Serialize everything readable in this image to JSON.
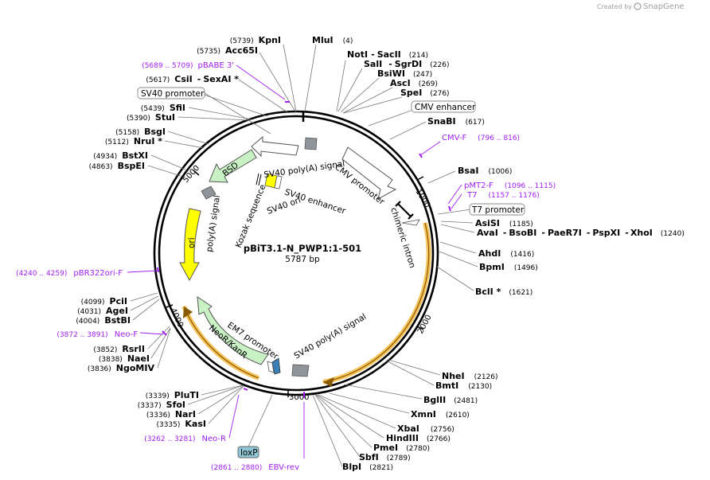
{
  "credit": {
    "prefix": "Created by",
    "brand": "SnapGene"
  },
  "plasmid": {
    "name": "pBiT3.1-N_PWP1:1-501",
    "length_label": "5787 bp"
  },
  "ticks": [
    "1000",
    "2000",
    "3000",
    "4000",
    "5000"
  ],
  "sites": [
    {
      "name": "MluI",
      "pos": "(4)"
    },
    {
      "name": "NotI",
      "sep": "-",
      "name2": "SacII",
      "pos": "(214)"
    },
    {
      "name": "SalI",
      "sep": "-",
      "name2": "SgrDI",
      "pos": "(226)"
    },
    {
      "name": "BsiWI",
      "pos": "(247)"
    },
    {
      "name": "AscI",
      "pos": "(269)"
    },
    {
      "name": "SpeI",
      "pos": "(276)"
    },
    {
      "name": "SnaBI",
      "pos": "(617)"
    },
    {
      "name": "BsaI",
      "pos": "(1006)"
    },
    {
      "name": "AsiSI",
      "pos": "(1185)"
    },
    {
      "name": "AvaI",
      "sep": "-",
      "name2": "BsoBI",
      "sep2": "-",
      "name3": "PaeR7I",
      "sep3": "-",
      "name4": "PspXI",
      "sep4": "-",
      "name5": "XhoI",
      "pos": "(1240)"
    },
    {
      "name": "AhdI",
      "pos": "(1416)"
    },
    {
      "name": "BpmI",
      "pos": "(1496)"
    },
    {
      "name": "BclI *",
      "pos": "(1621)"
    },
    {
      "name": "NheI",
      "pos": "(2126)"
    },
    {
      "name": "BmtI",
      "pos": "(2130)"
    },
    {
      "name": "BglII",
      "pos": "(2481)"
    },
    {
      "name": "XmnI",
      "pos": "(2610)"
    },
    {
      "name": "XbaI",
      "pos": "(2756)"
    },
    {
      "name": "HindIII",
      "pos": "(2766)"
    },
    {
      "name": "PmeI",
      "pos": "(2780)"
    },
    {
      "name": "SbfI",
      "pos": "(2789)"
    },
    {
      "name": "BlpI",
      "pos": "(2821)"
    },
    {
      "name": "KpnI",
      "pos": "(5739)"
    },
    {
      "name": "Acc65I",
      "pos": "(5735)"
    },
    {
      "name": "CsiI",
      "sep": "-",
      "name2": "SexAI *",
      "pos": "(5617)"
    },
    {
      "name": "SfiI",
      "pos": "(5439)"
    },
    {
      "name": "StuI",
      "pos": "(5390)"
    },
    {
      "name": "BsgI",
      "pos": "(5158)"
    },
    {
      "name": "NruI *",
      "pos": "(5112)"
    },
    {
      "name": "BstXI",
      "pos": "(4934)"
    },
    {
      "name": "BspEI",
      "pos": "(4863)"
    },
    {
      "name": "PciI",
      "pos": "(4099)"
    },
    {
      "name": "AgeI",
      "pos": "(4031)"
    },
    {
      "name": "BstBI",
      "pos": "(4004)"
    },
    {
      "name": "RsrII",
      "pos": "(3852)"
    },
    {
      "name": "NaeI",
      "pos": "(3838)"
    },
    {
      "name": "NgoMIV",
      "pos": "(3836)"
    },
    {
      "name": "PluTI",
      "pos": "(3339)"
    },
    {
      "name": "SfoI",
      "pos": "(3337)"
    },
    {
      "name": "NarI",
      "pos": "(3336)"
    },
    {
      "name": "KasI",
      "pos": "(3335)"
    }
  ],
  "primers": [
    {
      "range": "(5689 .. 5709)",
      "name": "pBABE 3'"
    },
    {
      "name": "CMV-F",
      "range": "(796 .. 816)"
    },
    {
      "name": "pMT2-F",
      "range": "(1096 .. 1115)"
    },
    {
      "name": "T7",
      "range": "(1157 .. 1176)"
    },
    {
      "range": "(4240 .. 4259)",
      "name": "pBR322ori-F"
    },
    {
      "range": "(3872 .. 3891)",
      "name": "Neo-F"
    },
    {
      "range": "(3262 .. 3281)",
      "name": "Neo-R"
    },
    {
      "range": "(2861 .. 2880)",
      "name": "EBV-rev"
    }
  ],
  "boxed_features": {
    "sv40_promoter": "SV40 promoter",
    "cmv_enhancer": "CMV enhancer",
    "t7_promoter": "T7 promoter",
    "loxp": "loxP"
  },
  "features": {
    "sv40_polya_top": "SV40 poly(A) signal",
    "cmv_promoter": "CMV promoter",
    "bsd": "BSD",
    "sv40_enhancer": "SV40 enhancer",
    "sv40_ori": "SV40 ori",
    "kozak": "Kozak sequence",
    "chimeric_intron": "chimeric intron",
    "ori": "ori",
    "polya": "poly(A) signal",
    "em7": "EM7 promoter",
    "neokan": "NeoR/KanR",
    "sv40_polya_bottom": "SV40 poly(A) signal"
  },
  "colors": {
    "backbone": "#000000",
    "bsd": "#c9f2c4",
    "neokan": "#c9f2c4",
    "ori": "#ffff00",
    "orf_highlight": "#f6c35a",
    "primer": "#a020f0",
    "loxp": "#8fc5d4"
  }
}
